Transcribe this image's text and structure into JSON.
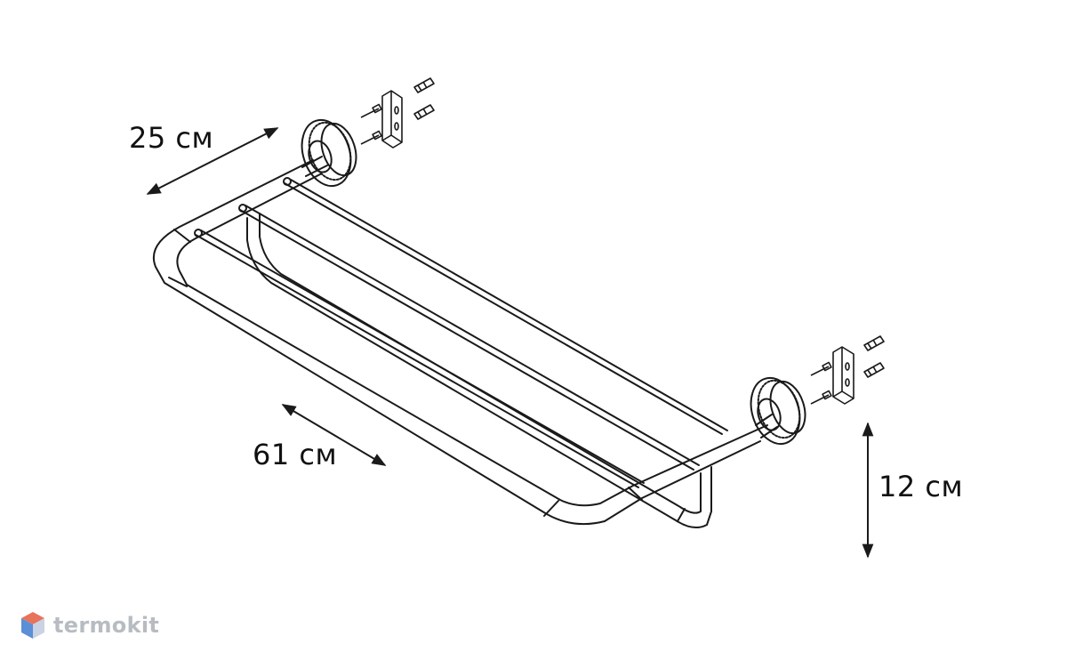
{
  "dimensions": {
    "depth_label": "25 см",
    "width_label": "61 см",
    "height_label": "12 см"
  },
  "brand": {
    "name": "termokit",
    "logo_icon": "hexagon-cube-icon",
    "logo_colors": [
      "#e8735a",
      "#5b8fd6",
      "#c9d3e3"
    ]
  },
  "colors": {
    "line": "#1a1a1a",
    "background": "#ffffff",
    "brand_text": "#b7bcc2"
  }
}
